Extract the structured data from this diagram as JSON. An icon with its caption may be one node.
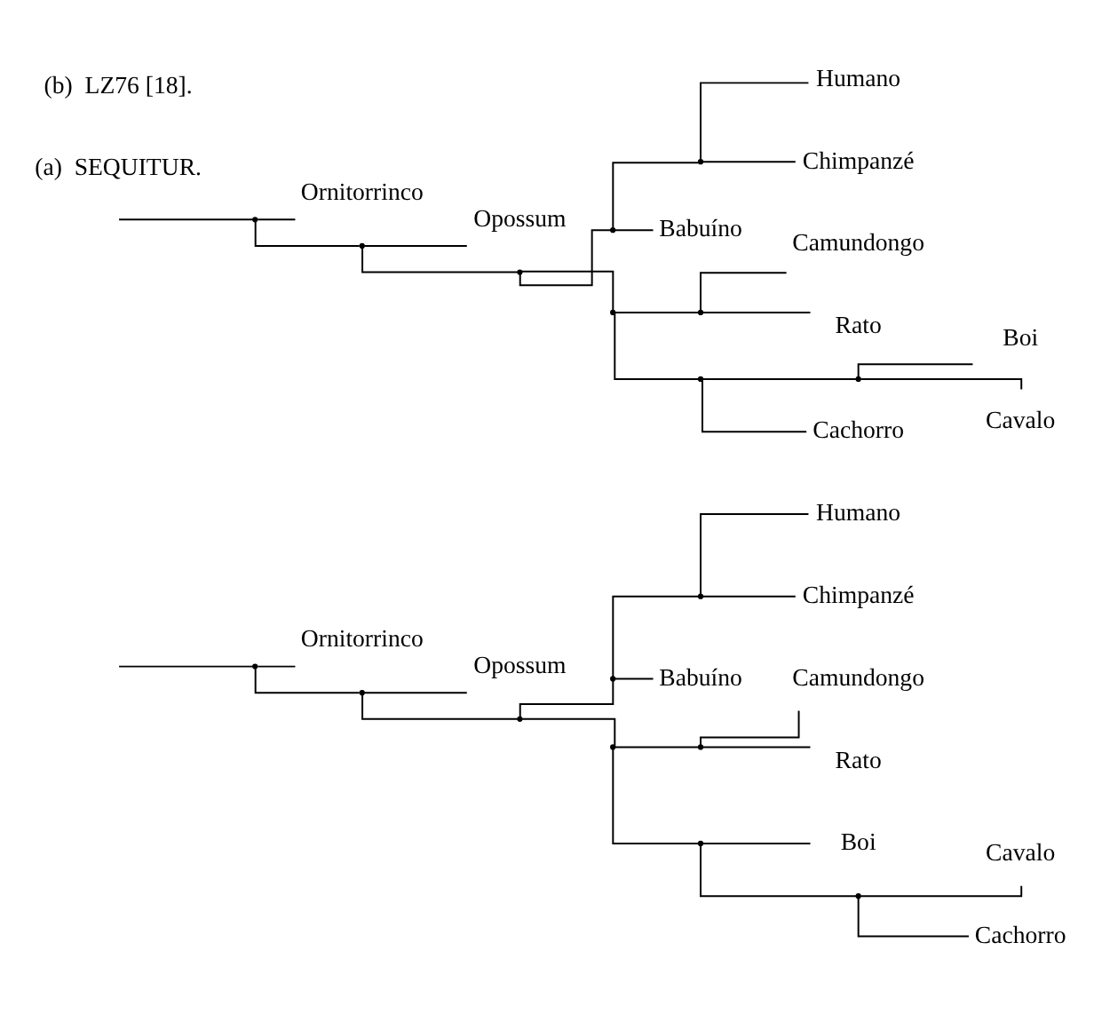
{
  "diagram": {
    "nodes": [
      {
        "text": [],
        "shape": "point"
      },
      {
        "text": [
          "Ornitorrinco"
        ]
      },
      {
        "text": [],
        "shape": "point"
      },
      {
        "text": [
          "Opossum"
        ]
      },
      {
        "text": [],
        "shape": "point"
      },
      {
        "text": [],
        "shape": "point"
      },
      {
        "text": [],
        "shape": "point"
      },
      {
        "text": [
          "Humano"
        ]
      },
      {
        "text": [
          "Chimpanzé"
        ]
      },
      {
        "text": [
          "Babuíno"
        ]
      },
      {
        "text": [],
        "shape": "point"
      },
      {
        "text": [],
        "shape": "point"
      },
      {
        "text": [
          "Camundongo"
        ]
      },
      {
        "text": [
          "Rato"
        ]
      },
      {
        "text": [],
        "shape": "point"
      },
      {
        "text": [
          "Boi"
        ]
      },
      {
        "text": [],
        "shape": "point"
      },
      {
        "text": [
          "Cavalo"
        ]
      },
      {
        "text": [
          "Cachorro"
        ]
      },
      {
        "text": [],
        "shape": "point"
      },
      {
        "text": [
          "Ornitorrinco"
        ]
      },
      {
        "text": [],
        "shape": "point"
      },
      {
        "text": [
          "Opossum"
        ]
      },
      {
        "text": [],
        "shape": "point"
      },
      {
        "text": [],
        "shape": "point"
      },
      {
        "text": [],
        "shape": "point"
      },
      {
        "text": [
          "Humano"
        ]
      },
      {
        "text": [
          "Chimpanzé"
        ]
      },
      {
        "text": [
          "Babuíno"
        ]
      },
      {
        "text": [],
        "shape": "point"
      },
      {
        "text": [],
        "shape": "point"
      },
      {
        "text": [
          "Camundongo"
        ]
      },
      {
        "text": [
          "Rato"
        ]
      },
      {
        "text": [],
        "shape": "point"
      },
      {
        "text": [],
        "shape": "point"
      },
      {
        "text": [
          "Boi"
        ]
      },
      {
        "text": [
          "Cavalo"
        ]
      },
      {
        "text": [
          "Cachorro"
        ]
      }
    ],
    "edges": [
      {
        "from": null,
        "to": 0,
        "arrow": "none"
      },
      {
        "from": 0,
        "to": 1,
        "arrow": "none"
      },
      {
        "from": 0,
        "to": 2,
        "arrow": "none"
      },
      {
        "from": 2,
        "to": 3,
        "arrow": "none"
      },
      {
        "from": 2,
        "to": 4,
        "arrow": "none"
      },
      {
        "from": 4,
        "to": 5,
        "arrow": "none"
      },
      {
        "from": 5,
        "to": 6,
        "arrow": "none"
      },
      {
        "from": 6,
        "to": 7,
        "arrow": "none"
      },
      {
        "from": 6,
        "to": 8,
        "arrow": "none"
      },
      {
        "from": 5,
        "to": 9,
        "arrow": "none"
      },
      {
        "from": 4,
        "to": 10,
        "arrow": "none"
      },
      {
        "from": 10,
        "to": 11,
        "arrow": "none"
      },
      {
        "from": 11,
        "to": 12,
        "arrow": "none"
      },
      {
        "from": 11,
        "to": 13,
        "arrow": "none"
      },
      {
        "from": 10,
        "to": 14,
        "arrow": "none"
      },
      {
        "from": 14,
        "to": 15,
        "arrow": "none"
      },
      {
        "from": 14,
        "to": 16,
        "arrow": "none"
      },
      {
        "from": 16,
        "to": 17,
        "arrow": "none"
      },
      {
        "from": 16,
        "to": 18,
        "arrow": "none"
      },
      {
        "from": null,
        "to": 19,
        "arrow": "none"
      },
      {
        "from": 19,
        "to": 20,
        "arrow": "none"
      },
      {
        "from": 19,
        "to": 21,
        "arrow": "none"
      },
      {
        "from": 21,
        "to": 22,
        "arrow": "none"
      },
      {
        "from": 21,
        "to": 23,
        "arrow": "none"
      },
      {
        "from": 23,
        "to": 24,
        "arrow": "none"
      },
      {
        "from": 24,
        "to": 25,
        "arrow": "none"
      },
      {
        "from": 25,
        "to": 26,
        "arrow": "none"
      },
      {
        "from": 25,
        "to": 27,
        "arrow": "none"
      },
      {
        "from": 24,
        "to": 28,
        "arrow": "none"
      },
      {
        "from": 23,
        "to": 29,
        "arrow": "none"
      },
      {
        "from": 29,
        "to": 30,
        "arrow": "none"
      },
      {
        "from": 30,
        "to": 31,
        "arrow": "none"
      },
      {
        "from": 30,
        "to": 32,
        "arrow": "none"
      },
      {
        "from": 29,
        "to": 33,
        "arrow": "none"
      },
      {
        "from": 33,
        "to": 34,
        "arrow": "none"
      },
      {
        "from": 34,
        "to": 35,
        "arrow": "none"
      },
      {
        "from": 34,
        "to": 36,
        "arrow": "none"
      },
      {
        "from": 33,
        "to": 37,
        "arrow": "none"
      }
    ],
    "labels": [
      "(a)  SEQUITUR.",
      "(b)  LZ76 [18]."
    ]
  }
}
